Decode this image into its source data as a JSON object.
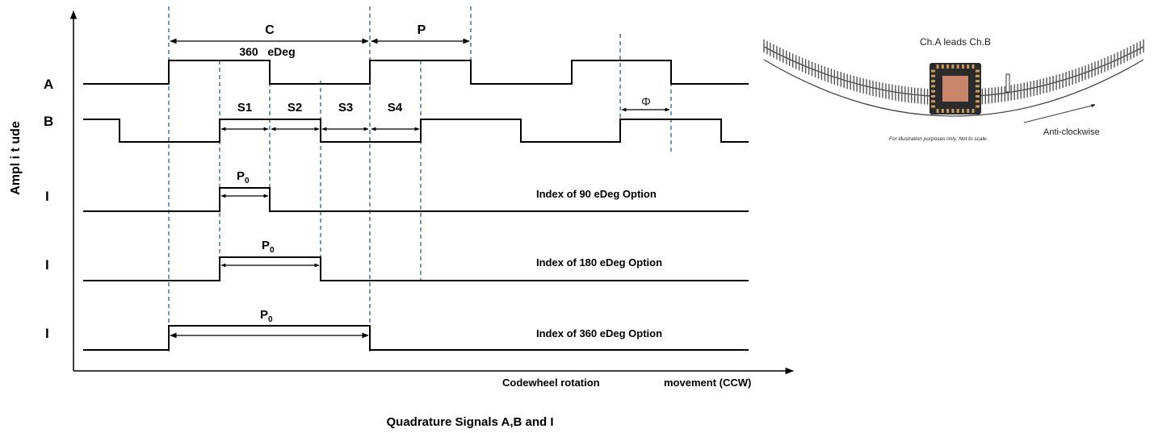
{
  "diagram": {
    "y_axis_label": "Ampl i t ude",
    "x_axis_label_left": "Codewheel rotation",
    "x_axis_label_right": "movement (CCW)",
    "caption": "Quadrature Signals A,B and I",
    "rows": {
      "a": "A",
      "b": "B",
      "i1": "I",
      "i2": "I",
      "i3": "I"
    },
    "dims": {
      "c": "C",
      "p": "P",
      "eDeg": "360   eDeg",
      "s1": "S1",
      "s2": "S2",
      "s3": "S3",
      "s4": "S4",
      "phi": "Φ",
      "p0_main": "P",
      "p0_sub": "0"
    },
    "options": {
      "opt90": "Index of 90 eDeg Option",
      "opt180": "Index of 180 eDeg Option",
      "opt360": "Index of 360 eDeg Option"
    }
  },
  "illustration": {
    "heading": "Ch.A leads Ch.B",
    "note": "For illustration purposes only. Not to scale.",
    "direction": "Anti-clockwise"
  },
  "colors": {
    "signal": "#000000",
    "dashed": "#1f4e8c",
    "chip_body": "#2b2b2b",
    "chip_die": "#c8856a",
    "chip_pad": "#c89a60",
    "wheel": "#444444"
  }
}
